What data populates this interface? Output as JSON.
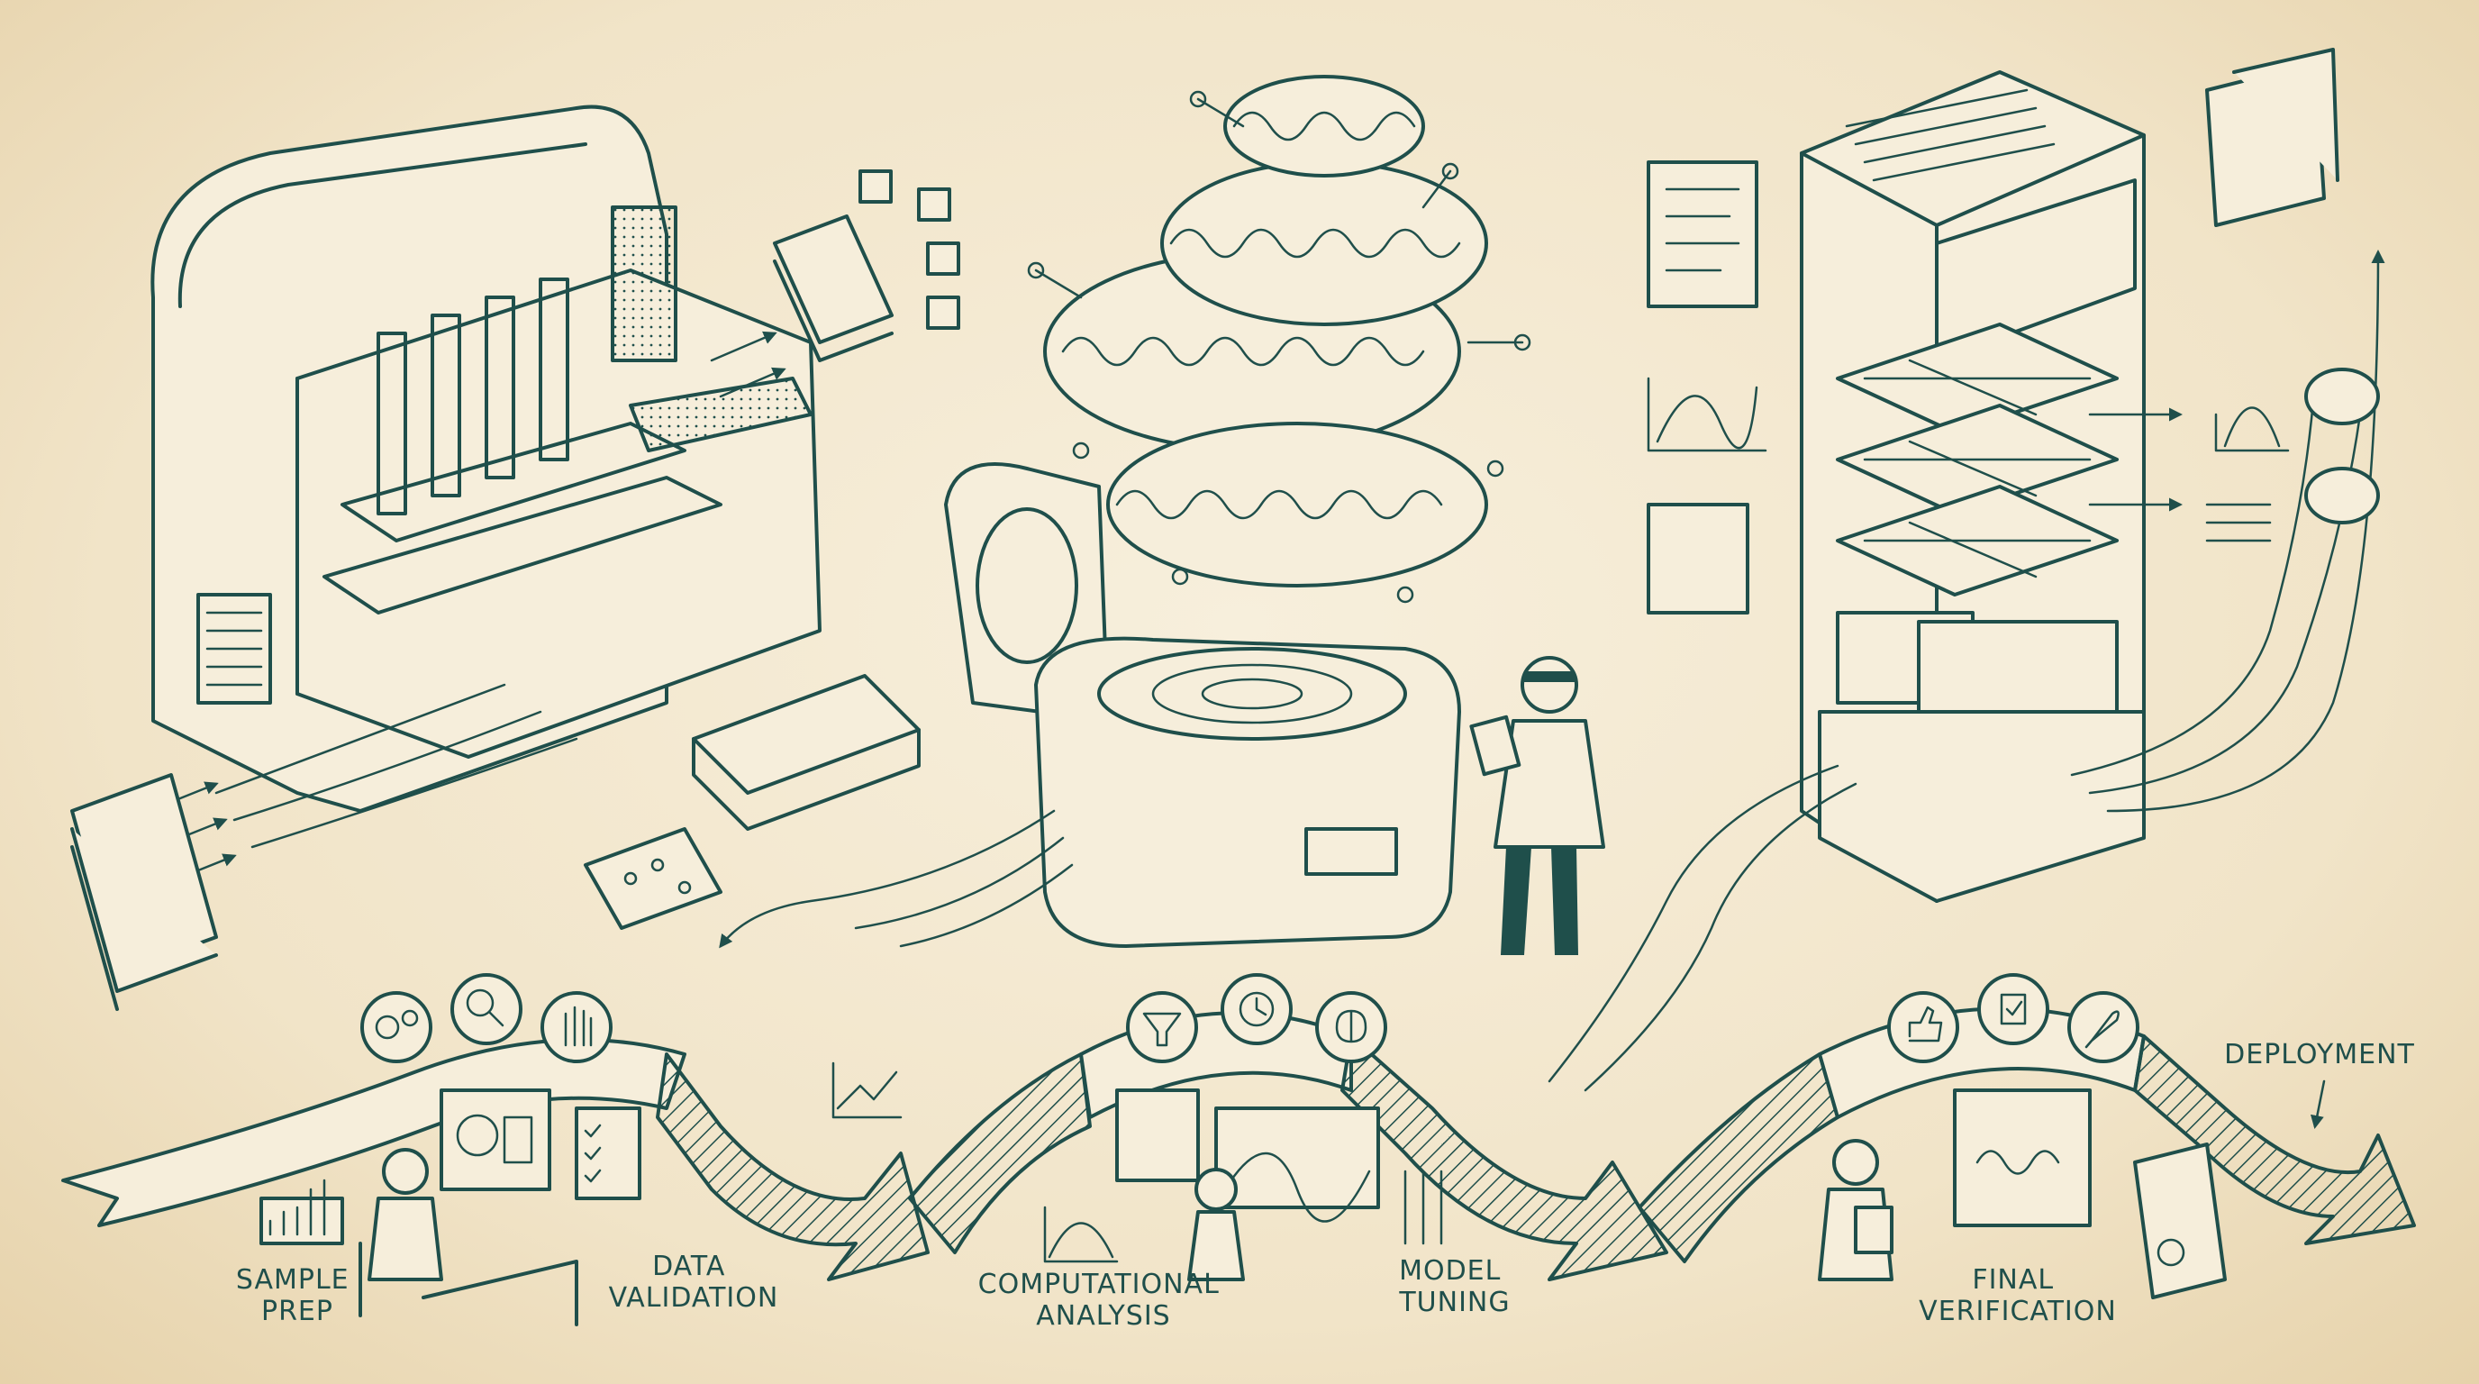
{
  "stages": [
    {
      "id": "sample-prep",
      "lines": [
        "SAMPLE",
        "PREP"
      ]
    },
    {
      "id": "data-validation",
      "lines": [
        "DATA",
        "VALIDATION"
      ]
    },
    {
      "id": "computational-analysis",
      "lines": [
        "COMPUTATIONAL",
        "ANALYSIS"
      ]
    },
    {
      "id": "model-tuning",
      "lines": [
        "MODEL",
        "TUNING"
      ]
    },
    {
      "id": "final-verification",
      "lines": [
        "FINAL",
        "VERIFICATION"
      ]
    },
    {
      "id": "deployment",
      "lines": [
        "DEPLOYMENT"
      ]
    }
  ],
  "icons": {
    "group1": [
      "gears-icon",
      "magnifier-icon",
      "hand-icon"
    ],
    "group2": [
      "funnel-icon",
      "clock-icon",
      "brain-icon"
    ],
    "group3": [
      "thumbs-up-icon",
      "clipboard-check-icon",
      "rocket-icon"
    ]
  },
  "colors": {
    "ink": "#1f4f4b",
    "paper": "#f3e9d2"
  }
}
